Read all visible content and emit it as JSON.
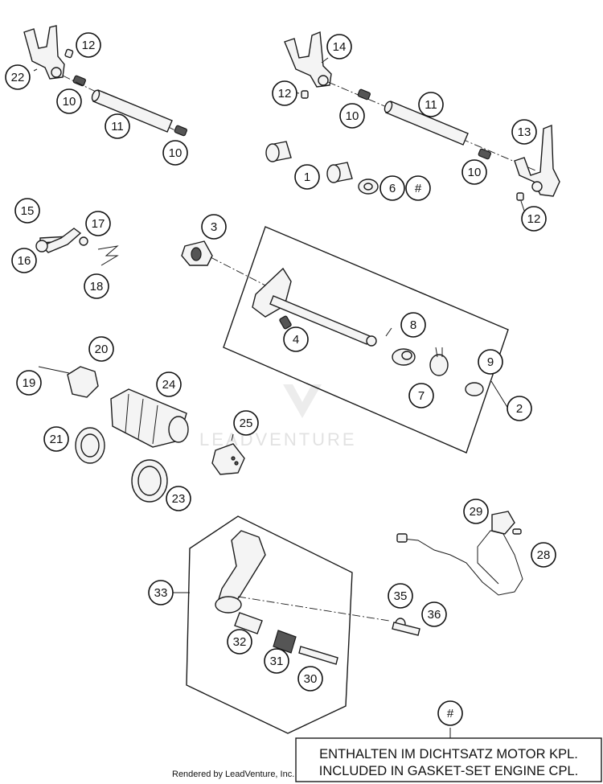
{
  "callouts": [
    {
      "label": "22"
    },
    {
      "label": "12"
    },
    {
      "label": "10"
    },
    {
      "label": "11"
    },
    {
      "label": "10"
    },
    {
      "label": "14"
    },
    {
      "label": "12"
    },
    {
      "label": "10"
    },
    {
      "label": "11"
    },
    {
      "label": "13"
    },
    {
      "label": "1"
    },
    {
      "label": "6"
    },
    {
      "label": "#"
    },
    {
      "label": "10"
    },
    {
      "label": "12"
    },
    {
      "label": "15"
    },
    {
      "label": "17"
    },
    {
      "label": "16"
    },
    {
      "label": "18"
    },
    {
      "label": "3"
    },
    {
      "label": "4"
    },
    {
      "label": "8"
    },
    {
      "label": "9"
    },
    {
      "label": "7"
    },
    {
      "label": "2"
    },
    {
      "label": "20"
    },
    {
      "label": "19"
    },
    {
      "label": "24"
    },
    {
      "label": "25"
    },
    {
      "label": "21"
    },
    {
      "label": "23"
    },
    {
      "label": "29"
    },
    {
      "label": "28"
    },
    {
      "label": "33"
    },
    {
      "label": "35"
    },
    {
      "label": "36"
    },
    {
      "label": "32"
    },
    {
      "label": "31"
    },
    {
      "label": "30"
    },
    {
      "label": "#"
    }
  ],
  "watermark": {
    "text": "LEADVENTURE"
  },
  "note": {
    "line1": "ENTHALTEN IM DICHTSATZ MOTOR KPL.",
    "line2": "INCLUDED IN GASKET-SET ENGINE CPL."
  },
  "credit": {
    "text": "Rendered by LeadVenture, Inc."
  }
}
